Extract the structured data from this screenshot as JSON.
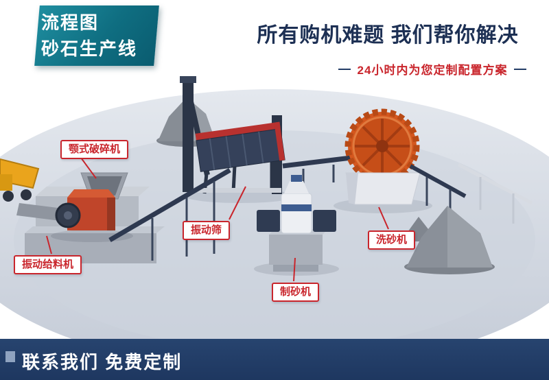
{
  "badge": {
    "line1": "流程图",
    "line2": "砂石生产线"
  },
  "header": {
    "title": "所有购机难题 我们帮你解决",
    "subtitle": "24小时内为您定制配置方案"
  },
  "machine_labels": [
    {
      "id": "jaw-crusher",
      "text": "颚式破碎机"
    },
    {
      "id": "vibrating-feeder",
      "text": "振动给料机"
    },
    {
      "id": "vibrating-screen",
      "text": "振动筛"
    },
    {
      "id": "sand-making-machine",
      "text": "制砂机"
    },
    {
      "id": "sand-washing-machine",
      "text": "洗砂机"
    }
  ],
  "footer": {
    "cta": "联系我们 免费定制"
  },
  "colors": {
    "badge_teal": "#0f6e81",
    "title_navy": "#1d3054",
    "accent_red": "#c9252c",
    "footer_navy": "#223c66",
    "floor_gray": "#ccd3dd",
    "machine_orange": "#d4571e",
    "crusher_red": "#c0452a"
  },
  "illustration": {
    "description": "3D sand and gravel production line",
    "elements": [
      "dump-truck",
      "vibrating-feeder",
      "jaw-crusher",
      "bucket-elevator",
      "vibrating-screen",
      "sand-making-machine",
      "sand-washing-machine",
      "conveyor-belts",
      "sand-piles"
    ]
  }
}
